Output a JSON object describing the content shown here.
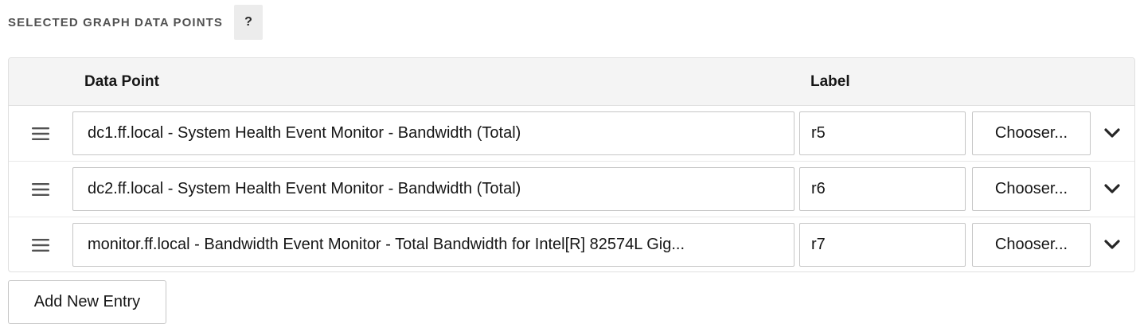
{
  "section": {
    "title": "SELECTED GRAPH DATA POINTS",
    "help_label": "?"
  },
  "table": {
    "columns": {
      "data_point": "Data Point",
      "label": "Label"
    },
    "rows": [
      {
        "data_point": "dc1.ff.local - System Health Event Monitor - Bandwidth (Total)",
        "label": "r5",
        "chooser_label": "Chooser...",
        "drag_icon": "hamburger-icon",
        "toggle_icon": "chevron-down-icon"
      },
      {
        "data_point": "dc2.ff.local - System Health Event Monitor - Bandwidth (Total)",
        "label": "r6",
        "chooser_label": "Chooser...",
        "drag_icon": "hamburger-icon",
        "toggle_icon": "chevron-down-icon"
      },
      {
        "data_point": "monitor.ff.local - Bandwidth Event Monitor - Total Bandwidth for Intel[R] 82574L Gig...",
        "label": "r7",
        "chooser_label": "Chooser...",
        "drag_icon": "hamburger-icon",
        "toggle_icon": "chevron-down-icon"
      }
    ]
  },
  "actions": {
    "add_label": "Add New Entry"
  },
  "colors": {
    "header_bg": "#f4f4f4",
    "border": "#c6c6c6",
    "text": "#161616",
    "muted_text": "#525252",
    "help_bg": "#ececec"
  }
}
